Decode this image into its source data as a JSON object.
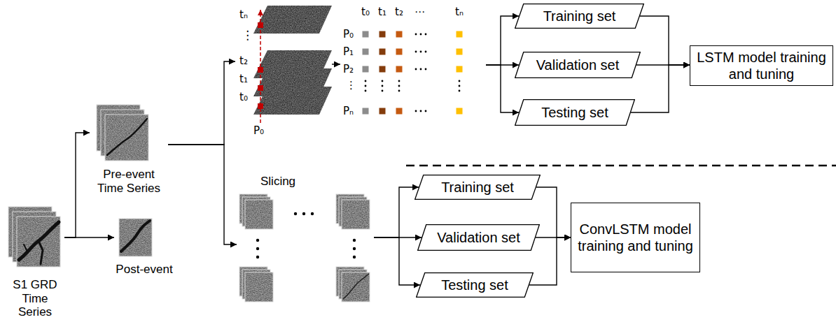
{
  "diagram": {
    "nodes": [
      {
        "text": [
          "S1 GRD Time Series"
        ]
      },
      {
        "text": [
          "Pre-event Time Series"
        ]
      },
      {
        "text": [
          "Post-event"
        ]
      },
      {
        "text": [
          "tₙ",
          "⋮",
          "t₂",
          "t₁",
          "t₀",
          "P₀"
        ]
      },
      {
        "text": [
          "t₀",
          "t₁",
          "t₂",
          "⋯",
          "tₙ",
          "P₀",
          "P₁",
          "P₂",
          "⋮",
          "Pₙ"
        ]
      },
      {
        "text": [
          "Slicing"
        ]
      },
      {
        "text": [
          "Training set"
        ]
      },
      {
        "text": [
          "Validation set"
        ]
      },
      {
        "text": [
          "Testing set"
        ]
      },
      {
        "text": [
          "LSTM model training and tuning"
        ]
      },
      {
        "text": [
          "Training set"
        ]
      },
      {
        "text": [
          "Validation set"
        ]
      },
      {
        "text": [
          "Testing set"
        ]
      },
      {
        "text": [
          "ConvLSTM model training and tuning"
        ]
      }
    ],
    "edges": [
      {
        "from": 0,
        "to": 1,
        "arrow": "to"
      },
      {
        "from": 0,
        "to": 2,
        "arrow": "to"
      },
      {
        "from": 1,
        "to": 3,
        "arrow": "to"
      },
      {
        "from": 1,
        "to": 5,
        "arrow": "to"
      },
      {
        "from": 3,
        "to": 4,
        "arrow": "to"
      },
      {
        "from": 4,
        "to": 6,
        "arrow": "to"
      },
      {
        "from": 4,
        "to": 7,
        "arrow": "to"
      },
      {
        "from": 4,
        "to": 8,
        "arrow": "to"
      },
      {
        "from": 6,
        "to": 9,
        "arrow": "to"
      },
      {
        "from": 7,
        "to": 9,
        "arrow": "to"
      },
      {
        "from": 8,
        "to": 9,
        "arrow": "to"
      },
      {
        "from": 5,
        "to": 10,
        "arrow": "to"
      },
      {
        "from": 5,
        "to": 11,
        "arrow": "to"
      },
      {
        "from": 5,
        "to": 12,
        "arrow": "to"
      },
      {
        "from": 10,
        "to": 13,
        "arrow": "to"
      },
      {
        "from": 11,
        "to": 13,
        "arrow": "to"
      },
      {
        "from": 12,
        "to": 13,
        "arrow": "to"
      }
    ]
  }
}
